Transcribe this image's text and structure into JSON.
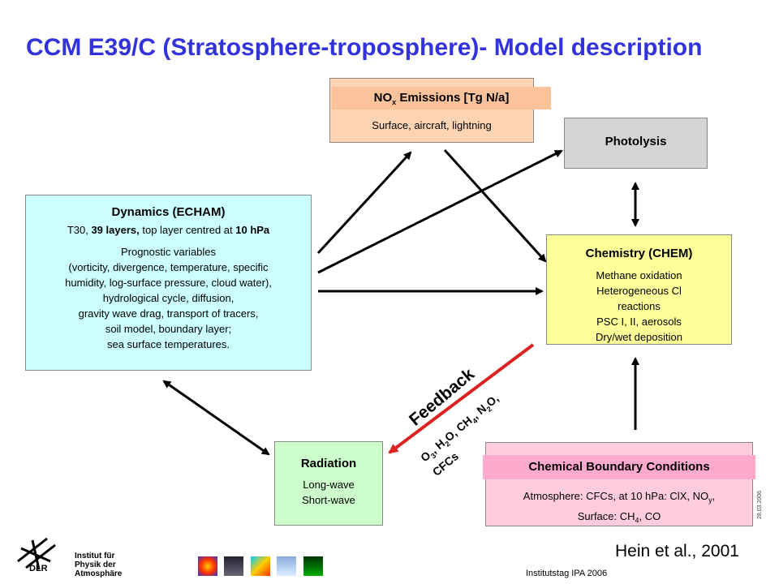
{
  "title": "CCM E39/C (Stratosphere-troposphere)- Model description",
  "nox": {
    "title_main": "NO",
    "title_sub": "x",
    "title_rest": " Emissions [Tg N/a]",
    "text": "Surface, aircraft, lightning"
  },
  "photolysis": {
    "title": "Photolysis"
  },
  "dynamics": {
    "title": "Dynamics (ECHAM)",
    "resolution_a": "T30, ",
    "resolution_b": "39 layers,",
    "resolution_c": " top layer centred at ",
    "resolution_d": "10 hPa",
    "lines": [
      "Prognostic variables",
      "(vorticity, divergence, temperature, specific",
      "humidity, log-surface pressure, cloud water),",
      "hydrological cycle, diffusion,",
      "gravity wave drag, transport of tracers,",
      "soil model, boundary layer;",
      "sea surface temperatures."
    ]
  },
  "chemistry": {
    "title": "Chemistry (CHEM)",
    "lines": [
      "Methane oxidation",
      "Heterogeneous Cl",
      "reactions",
      "PSC I, II, aerosols",
      "Dry/wet deposition"
    ]
  },
  "radiation": {
    "title": "Radiation",
    "lines": [
      "Long-wave",
      "Short-wave"
    ]
  },
  "cbc": {
    "title": "Chemical Boundary Conditions",
    "line1_a": "Atmosphere: CFCs, at 10 hPa:  ClX, NO",
    "line1_sub": "y",
    "line1_b": ",",
    "line2_a": "Surface: CH",
    "line2_sub": "4",
    "line2_b": ", CO"
  },
  "feedback": {
    "label": "Feedback",
    "gas_o": "O",
    "gas_o_sub": "3",
    "gas_h": ", H",
    "gas_h_sub": "2",
    "gas_ho": "O, CH",
    "gas_ch_sub": "4",
    "gas_n": ", N",
    "gas_n_sub": "2",
    "gas_end": "O,",
    "gas_line2": "CFCs"
  },
  "citation": "Hein et al., 2001",
  "date": "28.03.2006",
  "institute_lines": [
    "Institut für",
    "Physik der",
    "Atmosphäre"
  ],
  "logo_text": "DLR",
  "footer": "Institutstag IPA 2006",
  "colors": {
    "title": "#3333dd",
    "feedback_arrow": "#dd2222",
    "nox_bg": "#fdd5b5",
    "dynamics_bg": "#ccffff",
    "chemistry_bg": "#ffff99",
    "radiation_bg": "#ccffcc",
    "cbc_bg": "#ffccdd",
    "photolysis_bg": "#d4d4d4"
  }
}
